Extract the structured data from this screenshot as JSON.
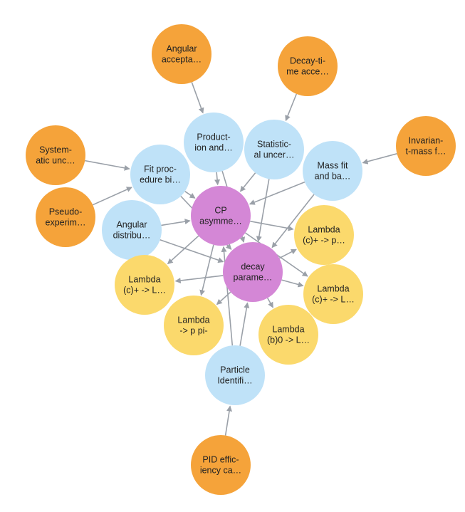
{
  "colors": {
    "orange": "#f5a33a",
    "blue": "#bfe2f8",
    "purple": "#d487d6",
    "yellow": "#fbd96c",
    "edge": "#9aa0a8",
    "edge_label": "#b5b8bd"
  },
  "nodes": [
    {
      "id": "angular-acceptance",
      "lines": [
        "Angular",
        "accepta…"
      ],
      "group": "orange"
    },
    {
      "id": "decay-time-acceptance",
      "lines": [
        "Decay-ti-",
        "me acce…"
      ],
      "group": "orange"
    },
    {
      "id": "invariant-mass-fit",
      "lines": [
        "Invarian-",
        "t-mass f…"
      ],
      "group": "orange"
    },
    {
      "id": "systematic-uncertainty",
      "lines": [
        "System-",
        "atic unc…"
      ],
      "group": "orange"
    },
    {
      "id": "pseudo-experiments",
      "lines": [
        "Pseudo-",
        "experim…"
      ],
      "group": "orange"
    },
    {
      "id": "pid-efficiency",
      "lines": [
        "PID effic-",
        "iency ca…"
      ],
      "group": "orange"
    },
    {
      "id": "production-and",
      "lines": [
        "Product-",
        "ion and…"
      ],
      "group": "blue"
    },
    {
      "id": "statistical-uncertainty",
      "lines": [
        "Statistic-",
        "al uncer…"
      ],
      "group": "blue"
    },
    {
      "id": "fit-procedure-bias",
      "lines": [
        "Fit proc-",
        "edure bi…"
      ],
      "group": "blue"
    },
    {
      "id": "mass-fit-background",
      "lines": [
        "Mass fit",
        "and ba…"
      ],
      "group": "blue"
    },
    {
      "id": "angular-distribution",
      "lines": [
        "Angular",
        "distribu…"
      ],
      "group": "blue"
    },
    {
      "id": "particle-identification",
      "lines": [
        "Particle",
        "Identifi…"
      ],
      "group": "blue"
    },
    {
      "id": "cp-asymmetry",
      "lines": [
        "CP",
        "asymme…"
      ],
      "group": "purple"
    },
    {
      "id": "decay-parameters",
      "lines": [
        "decay",
        "parame…"
      ],
      "group": "purple"
    },
    {
      "id": "lambda-c-p",
      "lines": [
        "Lambda",
        "(c)+ -> p…"
      ],
      "group": "yellow"
    },
    {
      "id": "lambda-c-l-left",
      "lines": [
        "Lambda",
        "(c)+ -> L…"
      ],
      "group": "yellow"
    },
    {
      "id": "lambda-c-l-right",
      "lines": [
        "Lambda",
        "(c)+ -> L…"
      ],
      "group": "yellow"
    },
    {
      "id": "lambda-p-pi",
      "lines": [
        "Lambda",
        "-> p pi-"
      ],
      "group": "yellow"
    },
    {
      "id": "lambda-b-l",
      "lines": [
        "Lambda",
        "(b)0 -> L…"
      ],
      "group": "yellow"
    }
  ],
  "edges": [
    {
      "from": "angular-acceptance",
      "to": "production-and"
    },
    {
      "from": "decay-time-acceptance",
      "to": "statistical-uncertainty"
    },
    {
      "from": "invariant-mass-fit",
      "to": "mass-fit-background"
    },
    {
      "from": "systematic-uncertainty",
      "to": "fit-procedure-bias"
    },
    {
      "from": "pseudo-experiments",
      "to": "fit-procedure-bias"
    },
    {
      "from": "pid-efficiency",
      "to": "particle-identification"
    },
    {
      "from": "production-and",
      "to": "cp-asymmetry"
    },
    {
      "from": "production-and",
      "to": "decay-parameters"
    },
    {
      "from": "statistical-uncertainty",
      "to": "cp-asymmetry"
    },
    {
      "from": "statistical-uncertainty",
      "to": "decay-parameters"
    },
    {
      "from": "fit-procedure-bias",
      "to": "cp-asymmetry"
    },
    {
      "from": "fit-procedure-bias",
      "to": "decay-parameters"
    },
    {
      "from": "mass-fit-background",
      "to": "cp-asymmetry"
    },
    {
      "from": "mass-fit-background",
      "to": "decay-parameters"
    },
    {
      "from": "angular-distribution",
      "to": "cp-asymmetry"
    },
    {
      "from": "angular-distribution",
      "to": "decay-parameters"
    },
    {
      "from": "angular-distribution",
      "to": "lambda-c-l-left"
    },
    {
      "from": "particle-identification",
      "to": "cp-asymmetry"
    },
    {
      "from": "particle-identification",
      "to": "decay-parameters"
    },
    {
      "from": "cp-asymmetry",
      "to": "lambda-c-p"
    },
    {
      "from": "cp-asymmetry",
      "to": "lambda-c-l-left"
    },
    {
      "from": "cp-asymmetry",
      "to": "lambda-p-pi"
    },
    {
      "from": "cp-asymmetry",
      "to": "lambda-c-l-right"
    },
    {
      "from": "decay-parameters",
      "to": "lambda-c-p"
    },
    {
      "from": "decay-parameters",
      "to": "lambda-c-l-left"
    },
    {
      "from": "decay-parameters",
      "to": "lambda-c-l-right"
    },
    {
      "from": "decay-parameters",
      "to": "lambda-p-pi"
    },
    {
      "from": "decay-parameters",
      "to": "lambda-b-l"
    }
  ]
}
